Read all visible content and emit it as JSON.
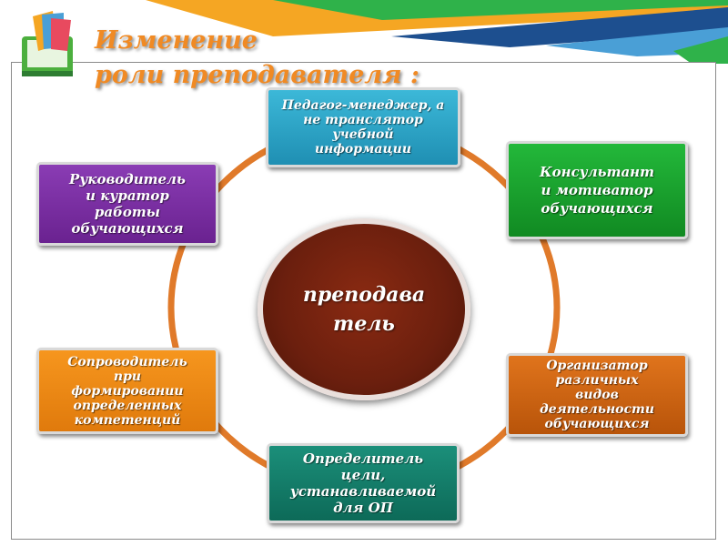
{
  "title": {
    "line1": "Изменение",
    "line2": "роли преподавателя :"
  },
  "center": {
    "label": "преподаватель"
  },
  "roles": {
    "top": [
      "Педагог-менеджер, а",
      "не транслятор",
      "учебной",
      "информации"
    ],
    "top_right": [
      "Консультант",
      "и мотиватор",
      "обучающихся"
    ],
    "right": [
      "Организатор",
      "различных",
      "видов",
      "деятельности",
      "обучающихся"
    ],
    "bottom": [
      "Определитель",
      "цели,",
      "устанавливаемой",
      "для ОП"
    ],
    "left": [
      "Сопроводитель",
      "при",
      "формировании",
      "определенных",
      "компетенций"
    ],
    "top_left": [
      "Руководитель",
      "и куратор",
      "работы",
      "обучающихся"
    ]
  },
  "colors": {
    "title": "#f08a24",
    "ring": "#e07a2a",
    "center": "#6b1f0e",
    "top": "#2aa5c9",
    "top_right": "#1aa32e",
    "right": "#c9620f",
    "bottom": "#137c68",
    "left": "#f08a14",
    "top_left": "#7a2fa3"
  }
}
